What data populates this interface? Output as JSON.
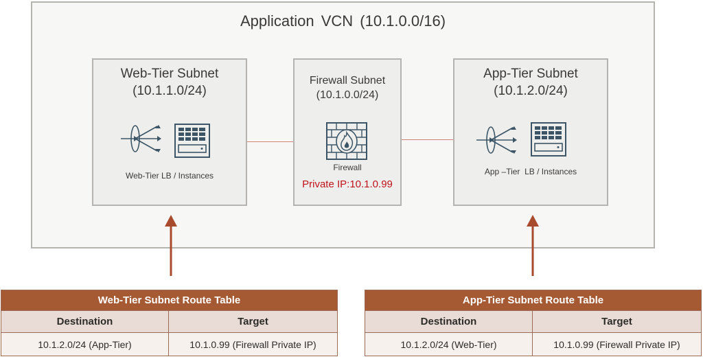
{
  "vcn": {
    "title": "Application  VCN (10.1.0.0/16)"
  },
  "web_subnet": {
    "title": "Web-Tier Subnet",
    "cidr": "(10.1.1.0/24)",
    "label": "Web-Tier LB / Instances"
  },
  "fw_subnet": {
    "title": "Firewall Subnet",
    "cidr": "(10.1.0.0/24)",
    "label": "Firewall",
    "private_ip": "Private IP:10.1.0.99"
  },
  "app_subnet": {
    "title": "App-Tier Subnet",
    "cidr": "(10.1.2.0/24)",
    "label": "App –Tier  LB / Instances"
  },
  "web_route_table": {
    "title": "Web-Tier Subnet Route Table",
    "headers": [
      "Destination",
      "Target"
    ],
    "rows": [
      [
        "10.1.2.0/24 (App-Tier)",
        "10.1.0.99 (Firewall Private IP)"
      ]
    ]
  },
  "app_route_table": {
    "title": "App-Tier Subnet Route Table",
    "headers": [
      "Destination",
      "Target"
    ],
    "rows": [
      [
        "10.1.2.0/24 (Web-Tier)",
        "10.1.0.99 (Firewall Private IP)"
      ]
    ]
  },
  "colors": {
    "accent": "#a65a33",
    "private_ip": "#c0121a",
    "icon": "#3b5566",
    "arrow": "#a84a2c"
  },
  "icons": [
    "load-balancer-icon",
    "server-icon",
    "firewall-icon",
    "arrow-up-icon"
  ]
}
